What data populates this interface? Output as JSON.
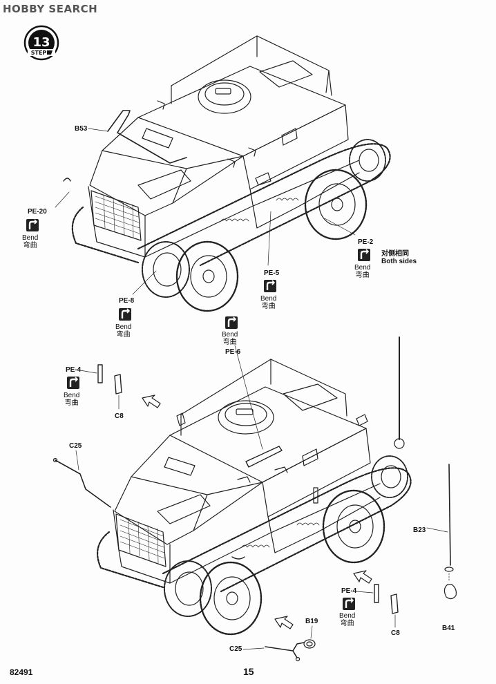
{
  "watermark": "HOBBY SEARCH",
  "step": {
    "number": "13",
    "word": "STEP"
  },
  "footer": {
    "product_code": "82491",
    "page_number": "15"
  },
  "top_diagram": {
    "labels": {
      "b53": "B53",
      "pe20": "PE-20",
      "pe8": "PE-8",
      "pe5": "PE-5",
      "pe2": "PE-2",
      "pe6": "PE-6"
    },
    "bend_notes": {
      "pe20": {
        "en": "Bend",
        "zh": "弯曲"
      },
      "pe8": {
        "en": "Bend",
        "zh": "弯曲"
      },
      "pe5": {
        "en": "Bend",
        "zh": "弯曲"
      },
      "pe2": {
        "en": "Bend",
        "zh": "弯曲"
      },
      "pe6": {
        "en": "Bend",
        "zh": "弯曲"
      }
    },
    "both_sides": {
      "zh": "对侧相同",
      "en": "Both sides"
    }
  },
  "bottom_diagram": {
    "labels": {
      "pe4_left": "PE-4",
      "c8_left": "C8",
      "c25_left": "C25",
      "b23": "B23",
      "b41": "B41",
      "pe4_right": "PE-4",
      "c8_right": "C8",
      "b19": "B19",
      "c25_bottom": "C25"
    },
    "bend_notes": {
      "pe4_left": {
        "en": "Bend",
        "zh": "弯曲"
      },
      "pe4_right": {
        "en": "Bend",
        "zh": "弯曲"
      }
    }
  },
  "icons": {
    "bend": "bend-icon",
    "arrow": "direction-arrow-icon"
  }
}
